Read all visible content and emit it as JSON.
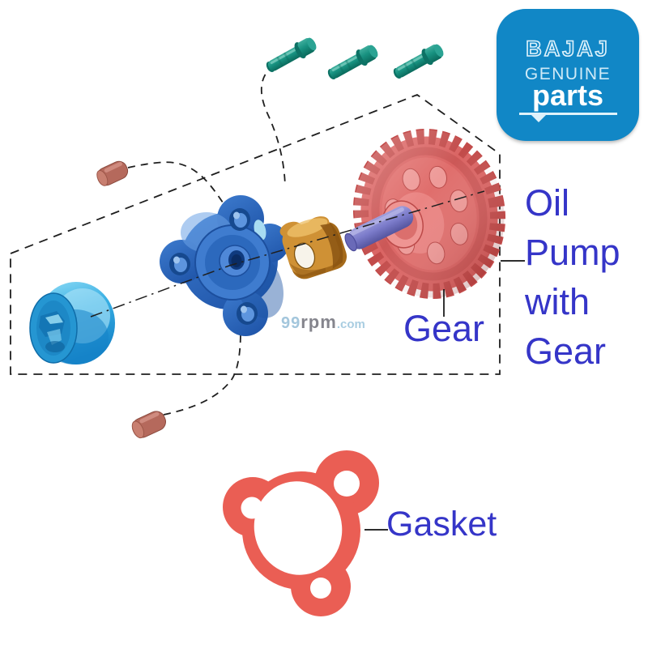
{
  "page": {
    "background": "#ffffff"
  },
  "logo": {
    "brand": "BAJAJ",
    "genuine": "GENUINE",
    "parts": "parts",
    "bg_color": "#1187c6",
    "text_color": "#dff2fb"
  },
  "watermark": {
    "num": "99",
    "mid": "rpm",
    "tld": ".com"
  },
  "annotations": {
    "main_label": {
      "lines": [
        "Oil",
        "Pump",
        "with",
        "Gear"
      ],
      "color": "#3535c8"
    },
    "gear_label": "Gear",
    "gasket_label": "Gasket"
  },
  "diagram": {
    "style": "exploded-parts-diagram",
    "outline": "dashed-pentagon",
    "parts": [
      {
        "name": "mounting-screws",
        "count": 3,
        "color": "#179180"
      },
      {
        "name": "dowel-pins",
        "count": 2,
        "color": "#b5695c"
      },
      {
        "name": "pump-outer-rotor",
        "color": "#29a0d8"
      },
      {
        "name": "pump-cover",
        "color": "#2e6ec2"
      },
      {
        "name": "pump-inner-rotor",
        "color": "#c8892f"
      },
      {
        "name": "drive-shaft",
        "color": "#7b7bca"
      },
      {
        "name": "pump-gear",
        "color": "#d85b5a"
      },
      {
        "name": "gasket",
        "color": "#ea5e54"
      }
    ]
  }
}
